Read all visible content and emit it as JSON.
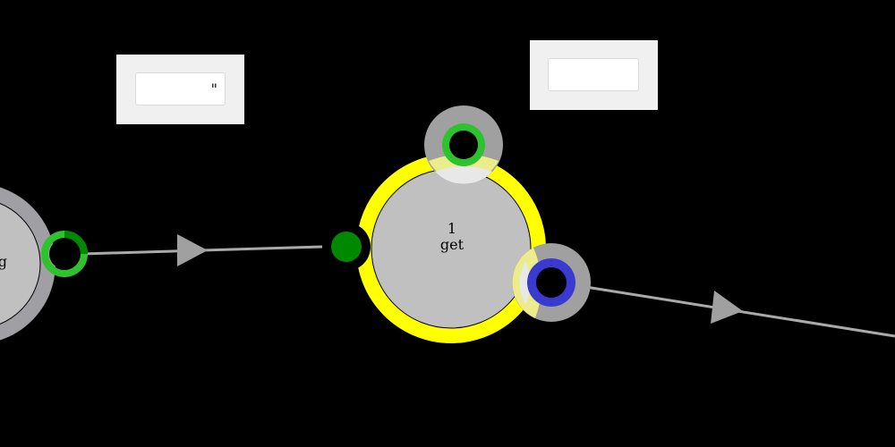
{
  "nodes": {
    "left": {
      "label": "g"
    },
    "center": {
      "number": "1",
      "label": "get"
    }
  },
  "inputs": {
    "left": {
      "value": "\""
    },
    "right": {
      "value": ""
    }
  },
  "colors": {
    "background": "#000000",
    "node_fill": "#c0c0c0",
    "node_ring": "#a0a0a4",
    "selected_ring": "#ffff00",
    "port_green": "#2ec22e",
    "port_green_dark": "#008800",
    "port_blue": "#3a3ad0",
    "edge": "#aaaaaa",
    "panel": "#f0f0f0"
  }
}
